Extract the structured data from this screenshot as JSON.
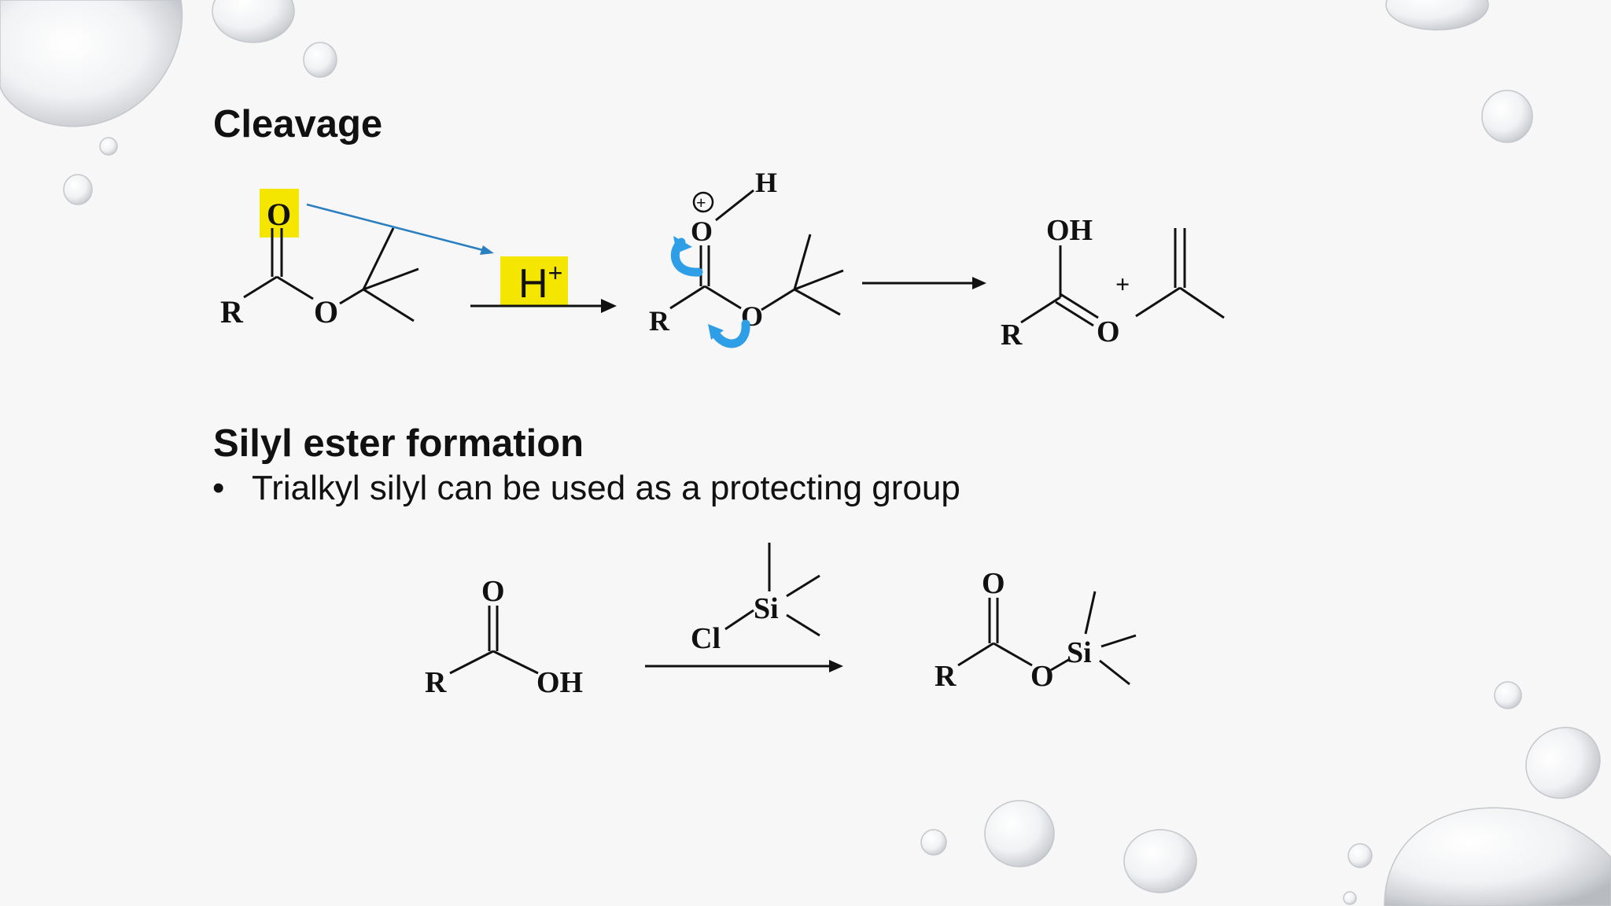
{
  "slide": {
    "cleavage_title": "Cleavage",
    "silyl_title": "Silyl ester formation",
    "bullet_symbol": "•",
    "bullet_text": "Trialkyl silyl can be used as a protecting group"
  },
  "cleavage_scheme": {
    "reactant": {
      "carbonyl_o": "O",
      "ester_o": "O",
      "r_group": "R"
    },
    "reagent": {
      "base": "H",
      "charge": "+"
    },
    "intermediate": {
      "charge": "+",
      "carbonyl_o": "O",
      "h": "H",
      "r_group": "R",
      "ester_o": "O"
    },
    "products": {
      "oh": "OH",
      "r_group": "R",
      "carbonyl_o": "O",
      "plus": "+"
    }
  },
  "silyl_scheme": {
    "reactant": {
      "carbonyl_o": "O",
      "r_group": "R",
      "oh": "OH"
    },
    "reagent": {
      "si": "Si",
      "cl": "Cl"
    },
    "product": {
      "carbonyl_o": "O",
      "r_group": "R",
      "ester_o": "O",
      "si": "Si"
    }
  },
  "colors": {
    "highlight": "#f5e600",
    "arrow_annotation": "#2a7fc0",
    "curly_arrow": "#2e9ee6",
    "text": "#111111"
  }
}
